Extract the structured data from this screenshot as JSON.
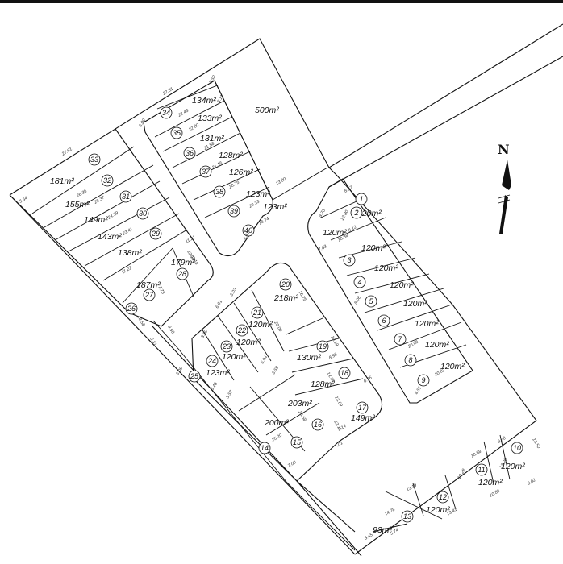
{
  "north_label": "N",
  "lots": [
    {
      "id": "1",
      "number": "1",
      "area": "120m²"
    },
    {
      "id": "2",
      "number": "2",
      "area": "120m²"
    },
    {
      "id": "3",
      "number": "3",
      "area": "120m²"
    },
    {
      "id": "4",
      "number": "4",
      "area": "120m²"
    },
    {
      "id": "5",
      "number": "5",
      "area": "120m²"
    },
    {
      "id": "6",
      "number": "6",
      "area": "120m²"
    },
    {
      "id": "7",
      "number": "7",
      "area": "120m²"
    },
    {
      "id": "8",
      "number": "8",
      "area": "120m²"
    },
    {
      "id": "9",
      "number": "9",
      "area": "120m²"
    },
    {
      "id": "10",
      "number": "10",
      "area": "120m²"
    },
    {
      "id": "11",
      "number": "11",
      "area": "120m²"
    },
    {
      "id": "12",
      "number": "12",
      "area": "120m²"
    },
    {
      "id": "13",
      "number": "13",
      "area": "93m²"
    },
    {
      "id": "14",
      "number": "14",
      "area": ""
    },
    {
      "id": "15",
      "number": "15",
      "area": "200m²"
    },
    {
      "id": "16",
      "number": "16",
      "area": "203m²"
    },
    {
      "id": "17",
      "number": "17",
      "area": "149m²"
    },
    {
      "id": "18",
      "number": "18",
      "area": "128m²"
    },
    {
      "id": "19",
      "number": "19",
      "area": "130m²"
    },
    {
      "id": "20",
      "number": "20",
      "area": "218m²"
    },
    {
      "id": "21",
      "number": "21",
      "area": "120m²"
    },
    {
      "id": "22",
      "number": "22",
      "area": "120m²"
    },
    {
      "id": "23",
      "number": "23",
      "area": "120m²"
    },
    {
      "id": "24",
      "number": "24",
      "area": "123m²"
    },
    {
      "id": "25",
      "number": "25",
      "area": ""
    },
    {
      "id": "26",
      "number": "26",
      "area": ""
    },
    {
      "id": "27",
      "number": "27",
      "area": "187m²"
    },
    {
      "id": "28",
      "number": "28",
      "area": "179m²"
    },
    {
      "id": "29",
      "number": "29",
      "area": "138m²"
    },
    {
      "id": "30",
      "number": "30",
      "area": "143m²"
    },
    {
      "id": "31",
      "number": "31",
      "area": "149m²"
    },
    {
      "id": "32",
      "number": "32",
      "area": "155m²"
    },
    {
      "id": "33",
      "number": "33",
      "area": "181m²"
    },
    {
      "id": "34",
      "number": "34",
      "area": "134m²"
    },
    {
      "id": "35",
      "number": "35",
      "area": "133m²"
    },
    {
      "id": "36",
      "number": "36",
      "area": "131m²"
    },
    {
      "id": "37",
      "number": "37",
      "area": "128m²"
    },
    {
      "id": "38",
      "number": "38",
      "area": "126m²"
    },
    {
      "id": "39",
      "number": "39",
      "area": "123m²"
    },
    {
      "id": "40",
      "number": "40",
      "area": "123m²"
    }
  ],
  "large_parcel_area": "500m²",
  "dimensions": {
    "d1": "27.61",
    "d2": "26.35",
    "d3": "25.37",
    "d4": "24.39",
    "d5": "23.41",
    "d6": "22.81",
    "d7": "22.43",
    "d8": "22.00",
    "d9": "21.58",
    "d10": "21.16",
    "d11": "20.75",
    "d12": "20.33",
    "d13": "16.74",
    "d14": "13.00",
    "d15": "6.00",
    "d16": "3.54",
    "d17": "8.17",
    "d18": "12.18",
    "d19": "11.22",
    "d20": "7.78",
    "d21": "9.50",
    "d22": "12.18",
    "d23": "18.58",
    "d24": "3.31",
    "d25": "20.00",
    "d26": "16.75",
    "d27": "14.96",
    "d28": "13.69",
    "d29": "10.19",
    "d30": "26.68",
    "d31": "25.20",
    "d32": "7.00",
    "d33": "7.01",
    "d34": "9.14",
    "d35": "12.11",
    "d36": "14.78",
    "d37": "13.19",
    "d38": "13.41",
    "d39": "10.88",
    "d40": "9.50",
    "d41": "13.50",
    "d42": "9.02",
    "d43": "10.86",
    "d44": "10.28",
    "d45": "12.20",
    "d46": "20.05",
    "d47": "20.02",
    "d48": "8.76",
    "d49": "12.80",
    "d50": "10.88",
    "d51": "7.83",
    "d52": "8.12",
    "d53": "11.21",
    "d54": "4.31",
    "d55": "5.74",
    "d56": "5.45",
    "d57": "8.98",
    "d58": "8.96",
    "d59": "8.00",
    "d60": "6.01",
    "d61": "8.52",
    "d62": "8.11",
    "d63": "6.94",
    "d64": "6.59",
    "d65": "5.57",
    "d66": "6.48",
    "d67": "6.08",
    "d68": "4.51",
    "d69": "8.06",
    "d70": "6.03"
  }
}
